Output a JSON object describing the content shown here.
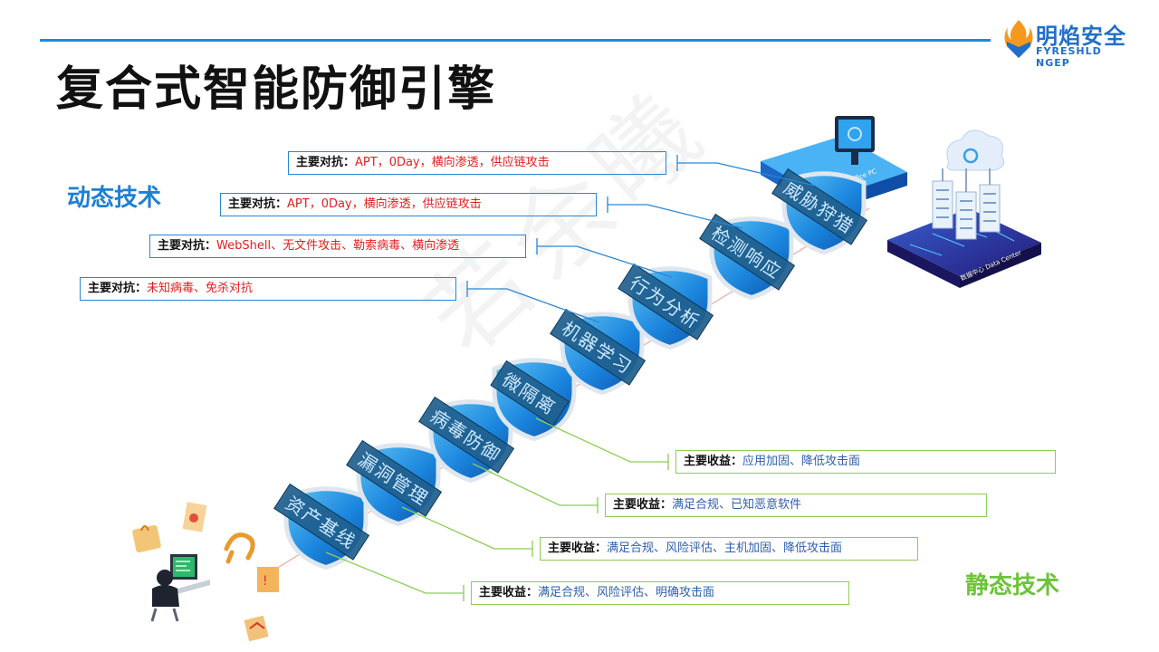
{
  "title": "复合式智能防御引擎",
  "logo": {
    "cn": "明焰安全",
    "en": "FYRESHLD NGEP"
  },
  "labels": {
    "dynamic": "动态技术",
    "static": "静态技术"
  },
  "watermark": "若余曦",
  "shields": [
    "资产基线",
    "漏洞管理",
    "病毒防御",
    "微隔离",
    "机器学习",
    "行为分析",
    "检测响应",
    "威胁狩猎"
  ],
  "scene": {
    "office_label": "办公区域 Office PC",
    "datacenter_label": "数据中心 Data Center"
  },
  "dynamic_callouts": [
    {
      "key": "主要对抗：",
      "value": "APT，0Day，横向渗透，供应链攻击"
    },
    {
      "key": "主要对抗：",
      "value": "APT，0Day，横向渗透，供应链攻击"
    },
    {
      "key": "主要对抗：",
      "value": "WebShell、无文件攻击、勒索病毒、横向渗透"
    },
    {
      "key": "主要对抗：",
      "value": "未知病毒、免杀对抗"
    }
  ],
  "static_callouts": [
    {
      "key": "主要收益：",
      "value": "应用加固、降低攻击面"
    },
    {
      "key": "主要收益：",
      "value": "满足合规、已知恶意软件"
    },
    {
      "key": "主要收益：",
      "value": "满足合规、风险评估、主机加固、降低攻击面"
    },
    {
      "key": "主要收益：",
      "value": "满足合规、风险评估、明确攻击面"
    }
  ],
  "colors": {
    "accent": "#1f8ad6",
    "dynamic": "#1d7fd6",
    "static": "#6ec33a",
    "threat": "#e02020",
    "benefit": "#2e5fb0"
  }
}
